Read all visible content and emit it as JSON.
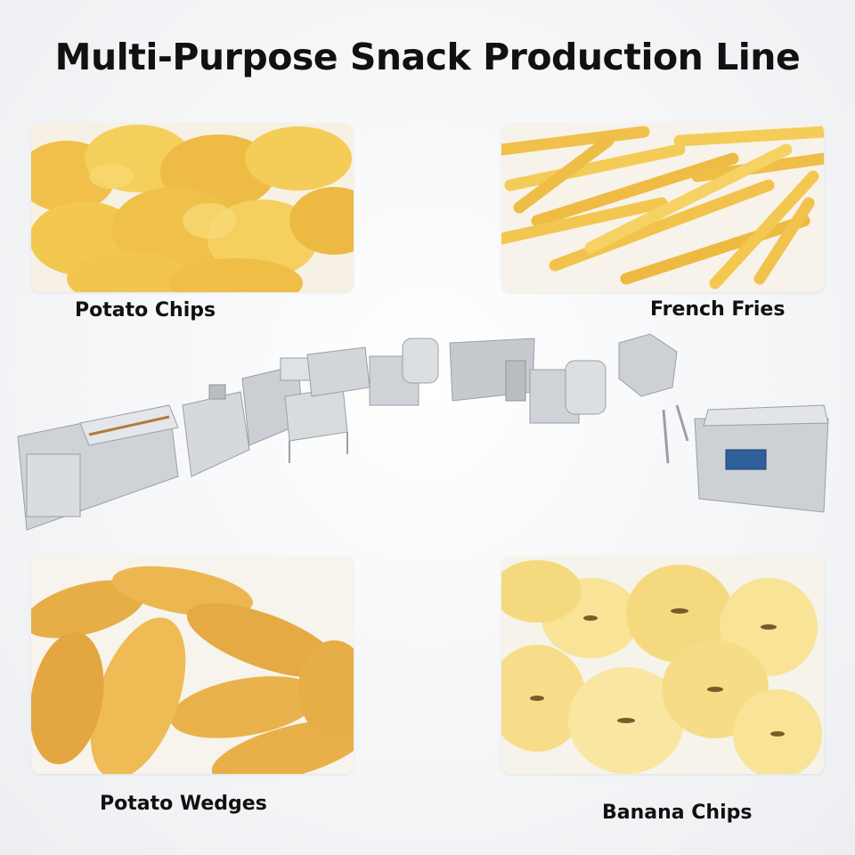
{
  "title": "Multi-Purpose Snack Production Line",
  "products": [
    {
      "label": "Potato Chips"
    },
    {
      "label": "French Fries"
    },
    {
      "label": "Potato Wedges"
    },
    {
      "label": "Banana Chips"
    }
  ],
  "colors": {
    "chip": "#f3c84a",
    "fry": "#f2c24c",
    "wedge": "#e9b24a",
    "banana": "#f7e19a",
    "steel": "#c9ccd0"
  }
}
